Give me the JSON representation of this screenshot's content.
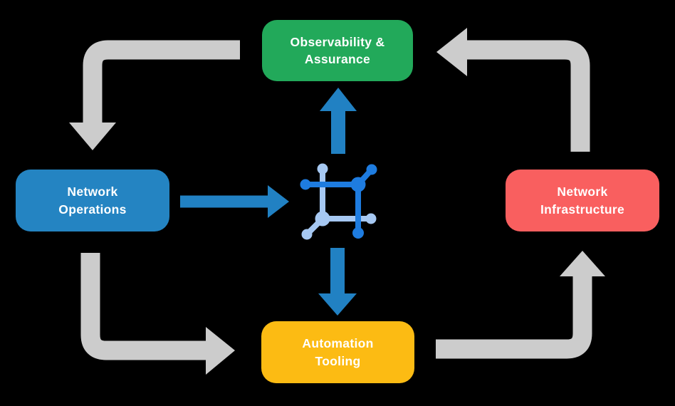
{
  "diagram": {
    "background": "#000000",
    "nodes": {
      "observability": {
        "label": "Observability &\nAssurance",
        "color": "#22A95A"
      },
      "operations": {
        "label": "Network\nOperations",
        "color": "#2484C2"
      },
      "infrastructure": {
        "label": "Network\nInfrastructure",
        "color": "#F95F5F"
      },
      "automation": {
        "label": "Automation\nTooling",
        "color": "#FCBB13"
      }
    },
    "center": {
      "icon": "network-mesh-icon"
    },
    "colors": {
      "cycle_arrow": "#CCCCCC",
      "flow_arrow": "#2181C3",
      "icon_dark": "#1E7CE0",
      "icon_light": "#A6C8F2",
      "node_text": "#FFFFFF"
    },
    "cycle_edges": [
      {
        "from": "observability",
        "to": "operations"
      },
      {
        "from": "operations",
        "to": "automation"
      },
      {
        "from": "automation",
        "to": "infrastructure"
      },
      {
        "from": "infrastructure",
        "to": "observability"
      }
    ],
    "flow_edges": [
      {
        "from": "operations",
        "to": "center"
      },
      {
        "from": "center",
        "to": "observability"
      },
      {
        "from": "center",
        "to": "automation"
      }
    ]
  }
}
